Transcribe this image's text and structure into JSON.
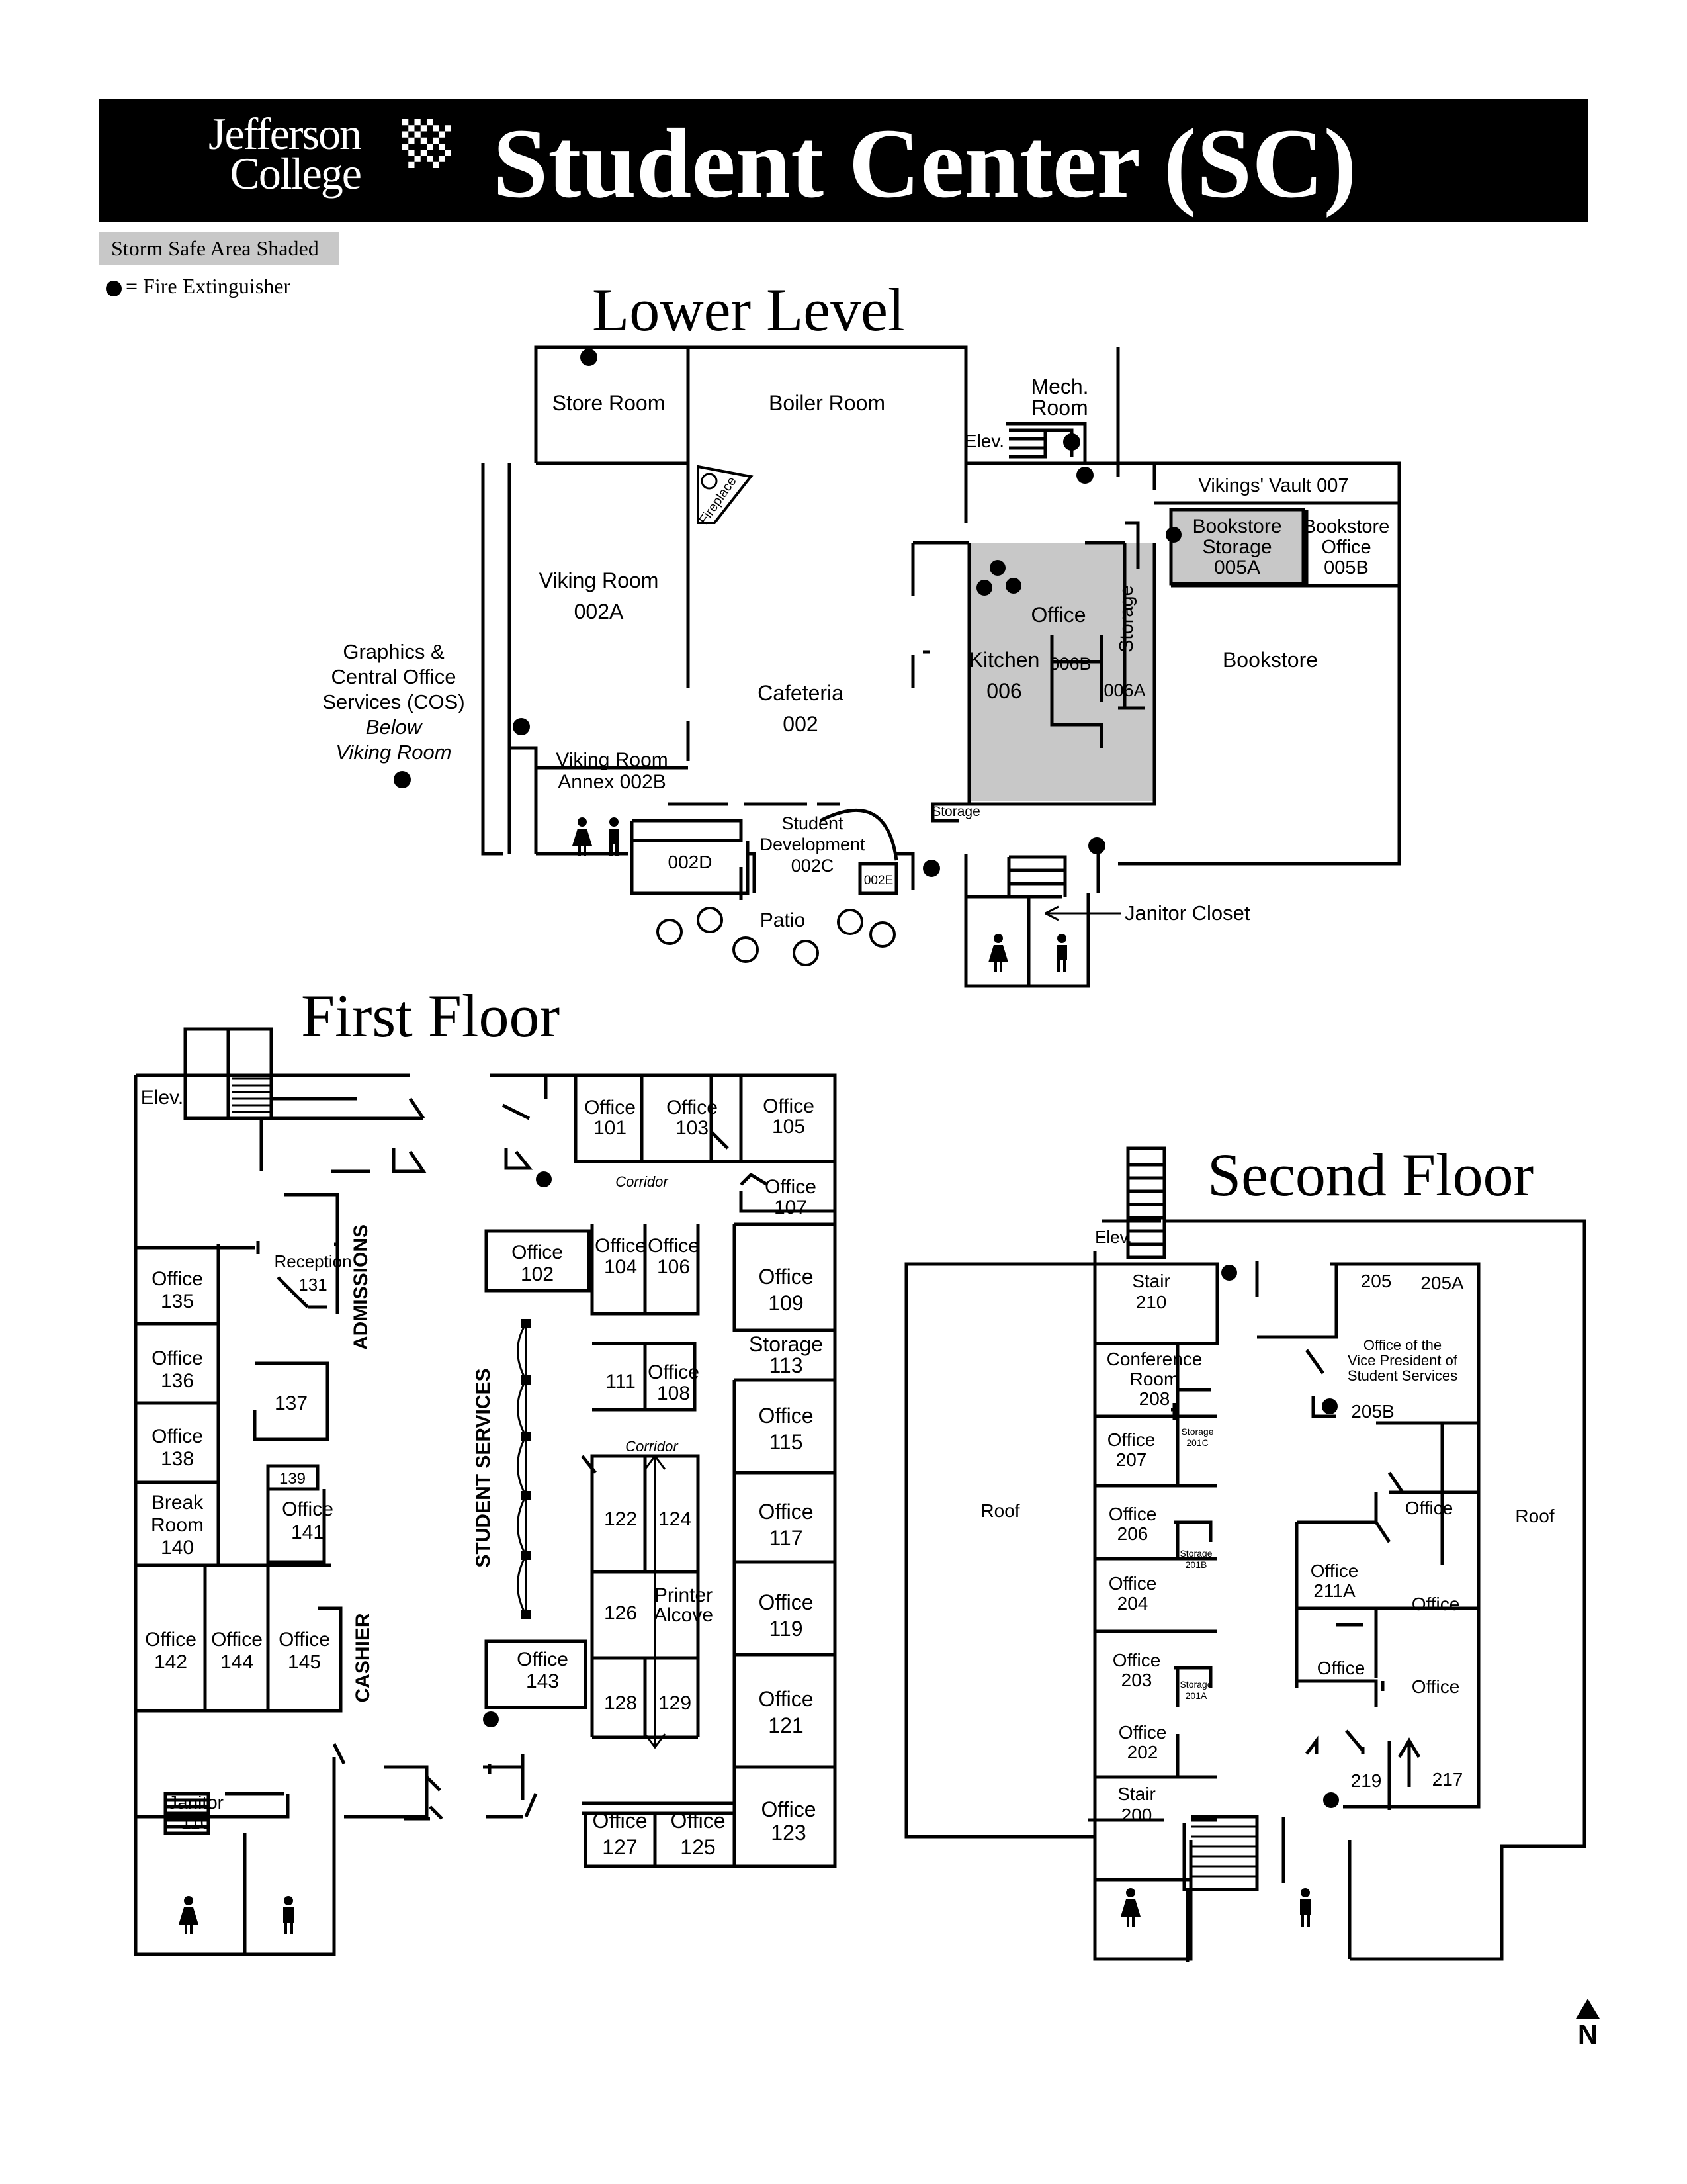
{
  "header": {
    "logo_line1": "Jefferson",
    "logo_line2": "College",
    "title": "Student Center (SC)"
  },
  "legend": {
    "storm_safe": "Storm Safe Area Shaded",
    "fire_extinguisher": "= Fire Extinguisher"
  },
  "levels": {
    "lower": "Lower Level",
    "first": "First Floor",
    "second": "Second Floor"
  },
  "north_label": "N",
  "colors": {
    "header_bg": "#000000",
    "storm_shade": "#c8c8c8",
    "lines": "#000000"
  },
  "lower_level": {
    "store_room": "Store Room",
    "boiler_room": "Boiler Room",
    "mech_room_1": "Mech.",
    "mech_room_2": "Room",
    "elev": "Elev.",
    "fireplace": "Fireplace",
    "vikings_vault": "Vikings' Vault  007",
    "bookstore_storage_1": "Bookstore",
    "bookstore_storage_2": "Storage",
    "bookstore_storage_3": "005A",
    "bookstore_office_1": "Bookstore",
    "bookstore_office_2": "Office",
    "bookstore_office_3": "005B",
    "bookstore": "Bookstore",
    "viking_room_1": "Viking Room",
    "viking_room_2": "002A",
    "cafeteria_1": "Cafeteria",
    "cafeteria_2": "002",
    "office": "Office",
    "kitchen_1": "Kitchen",
    "kitchen_2": "006",
    "room_006b": "006B",
    "room_006a": "006A",
    "storage_vertical": "Storage",
    "storage_small": "Storage",
    "graphics_1": "Graphics &",
    "graphics_2": "Central Office",
    "graphics_3": "Services (COS)",
    "graphics_4": "Below",
    "graphics_5": "Viking Room",
    "annex_1": "Viking Room",
    "annex_2": "Annex 002B",
    "room_002d": "002D",
    "student_dev_1": "Student",
    "student_dev_2": "Development",
    "student_dev_3": "002C",
    "room_002e": "002E",
    "patio": "Patio",
    "janitor_closet": "Janitor Closet"
  },
  "first_floor": {
    "elev": "Elev.",
    "o101a": "Office",
    "o101b": "101",
    "o103a": "Office",
    "o103b": "103",
    "o105a": "Office",
    "o105b": "105",
    "o107a": "Office",
    "o107b": "107",
    "corridor1": "Corridor",
    "corridor2": "Corridor",
    "o102a": "Office",
    "o102b": "102",
    "o104a": "Office",
    "o104b": "104",
    "o106a": "Office",
    "o106b": "106",
    "o109a": "Office",
    "o109b": "109",
    "s113a": "Storage",
    "s113b": "113",
    "r111": "111",
    "o108a": "Office",
    "o108b": "108",
    "o115a": "Office",
    "o115b": "115",
    "r122": "122",
    "r124": "124",
    "o117a": "Office",
    "o117b": "117",
    "r126": "126",
    "printer_a": "Printer",
    "printer_b": "Alcove",
    "o119a": "Office",
    "o119b": "119",
    "o143a": "Office",
    "o143b": "143",
    "r128": "128",
    "r129": "129",
    "o121a": "Office",
    "o121b": "121",
    "o127a": "Office",
    "o127b": "127",
    "o125a": "Office",
    "o125b": "125",
    "o123a": "Office",
    "o123b": "123",
    "o135a": "Office",
    "o135b": "135",
    "reception_a": "Reception",
    "reception_b": "131",
    "admissions": "ADMISSIONS",
    "student_services": "STUDENT SERVICES",
    "o136a": "Office",
    "o136b": "136",
    "r137": "137",
    "o138a": "Office",
    "o138b": "138",
    "r139": "139",
    "break_a": "Break",
    "break_b": "Room",
    "break_c": "140",
    "o141a": "Office",
    "o141b": "141",
    "o142a": "Office",
    "o142b": "142",
    "o144a": "Office",
    "o144b": "144",
    "o145a": "Office",
    "o145b": "145",
    "cashier": "CASHIER",
    "janitor_a": "Janitor",
    "janitor_b": "110"
  },
  "second_floor": {
    "elev": "Elev.",
    "stair210a": "Stair",
    "stair210b": "210",
    "r205": "205",
    "r205a": "205A",
    "vp_a": "Office of the",
    "vp_b": "Vice President of",
    "vp_c": "Student Services",
    "r205b": "205B",
    "conf_a": "Conference",
    "conf_b": "Room",
    "conf_c": "208",
    "o207a": "Office",
    "o207b": "207",
    "s201c_a": "Storage",
    "s201c_b": "201C",
    "roof_left": "Roof",
    "roof_right": "Roof",
    "o206a": "Office",
    "o206b": "206",
    "s201b_a": "Storage",
    "s201b_b": "201B",
    "o204a": "Office",
    "o204b": "204",
    "o211a_a": "Office",
    "o211a_b": "211A",
    "office_a": "Office",
    "office_b": "Office",
    "office_c": "Office",
    "office_d": "Office",
    "o203a": "Office",
    "o203b": "203",
    "s201a_a": "Storage",
    "s201a_b": "201A",
    "o202a": "Office",
    "o202b": "202",
    "stair200a": "Stair",
    "stair200b": "200",
    "r219": "219",
    "r217": "217"
  }
}
